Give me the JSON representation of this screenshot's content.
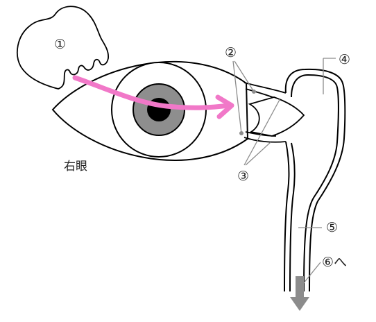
{
  "labels": {
    "n1": "①",
    "n2": "②",
    "n3": "③",
    "n4": "④",
    "n5": "⑤",
    "n6": "⑥へ",
    "right_eye": "右眼"
  },
  "colors": {
    "tear_flow_arrow": "#f178c8",
    "drainage_arrow": "#8c8c8c",
    "iris": "#8e8e8e",
    "pupil": "#000000",
    "outline": "#000000",
    "pointer_lines": "#8c8c8c"
  }
}
